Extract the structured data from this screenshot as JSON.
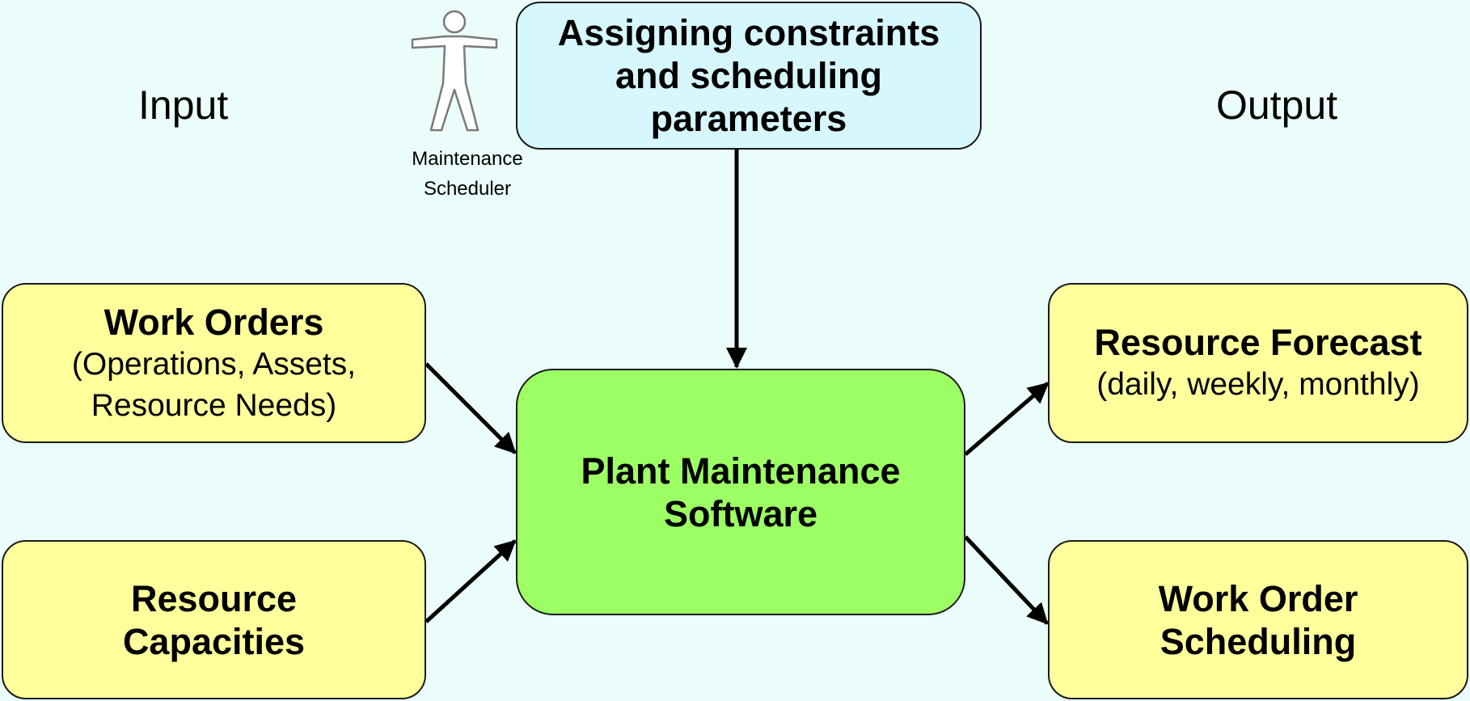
{
  "headings": {
    "input": "Input",
    "output": "Output"
  },
  "actor": {
    "icon": "person-icon",
    "label_line1": "Maintenance",
    "label_line2": "Scheduler"
  },
  "parameters_box": {
    "line1": "Assigning constraints",
    "line2": "and scheduling",
    "line3": "parameters"
  },
  "inputs": {
    "work_orders": {
      "title": "Work Orders",
      "detail_line1": "(Operations, Assets,",
      "detail_line2": "Resource Needs)"
    },
    "resource_capacities": {
      "title_line1": "Resource",
      "title_line2": "Capacities"
    }
  },
  "center": {
    "line1": "Plant Maintenance",
    "line2": "Software"
  },
  "outputs": {
    "resource_forecast": {
      "title": "Resource Forecast",
      "detail": "(daily, weekly, monthly)"
    },
    "work_order_scheduling": {
      "title_line1": "Work Order",
      "title_line2": "Scheduling"
    }
  },
  "colors": {
    "background": "#eafdfa",
    "input_output_box": "#ffff9c",
    "parameters_box": "#d7f7ff",
    "center_box": "#9cff63",
    "border": "#1a1a1a"
  }
}
